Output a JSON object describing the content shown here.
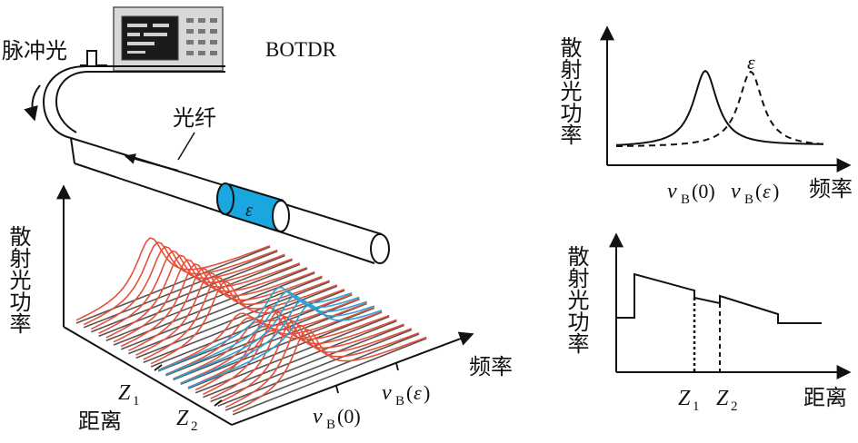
{
  "labels": {
    "pulse_light": "脉冲光",
    "device_name": "BOTDR",
    "fiber": "光纤",
    "strain_symbol": "ε",
    "scatter_power": "散射光功率",
    "frequency": "频率",
    "distance": "距离",
    "nu": "ν",
    "sub_b": "B",
    "arg_zero": "(0)",
    "arg_eps_open": "(",
    "arg_eps_close": ")",
    "z": "Z",
    "sub_1": "1",
    "sub_2": "2"
  },
  "colors": {
    "ink": "#111111",
    "strain_fill": "#1aa7e0",
    "red_spectra": "#e8503a",
    "blue_spectra": "#2aa3d6",
    "baseline_gray": "#555555"
  },
  "icons": {
    "device": "botdr-instrument-icon",
    "pulse": "pulse-waveform-icon",
    "direction": "curved-arrow-icon"
  }
}
